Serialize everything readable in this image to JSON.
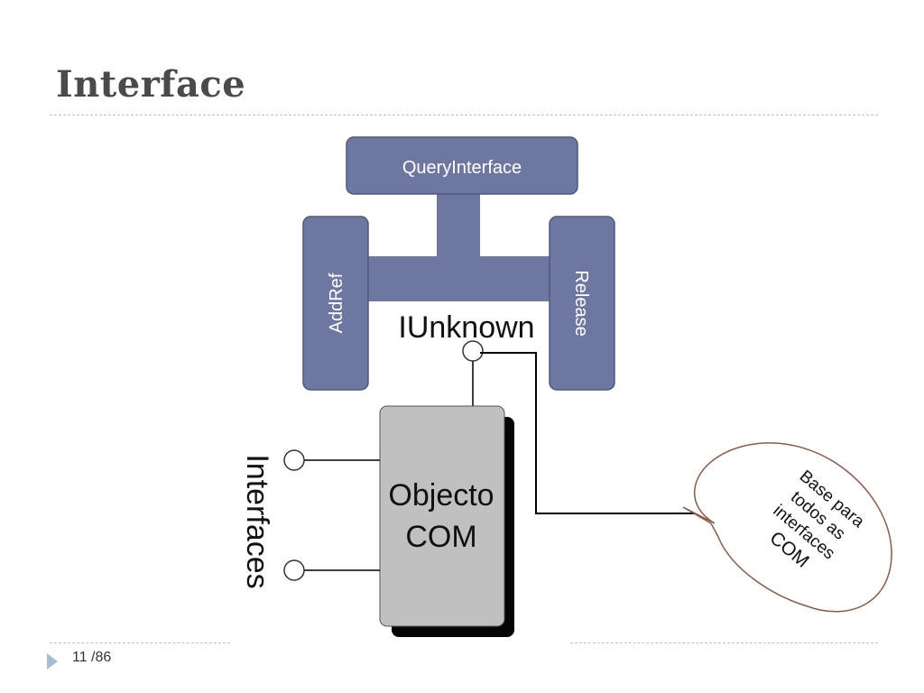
{
  "slide": {
    "title": "Interface",
    "page_label": "11 /86"
  },
  "diagram": {
    "methods": {
      "query_interface": "QueryInterface",
      "add_ref": "AddRef",
      "release": "Release"
    },
    "iunknown_label": "IUnknown",
    "interfaces_label": "Interfaces",
    "object_label_line1": "Objecto",
    "object_label_line2": "COM",
    "callout_lines": [
      "Base para",
      "todos as",
      "interfaces",
      "COM"
    ]
  },
  "colors": {
    "method_fill": "#6e77a0",
    "method_stroke": "#4f5880",
    "object_fill": "#c0c0c0",
    "callout_stroke": "#8b5a4a",
    "title_color": "#4a4a4a"
  }
}
